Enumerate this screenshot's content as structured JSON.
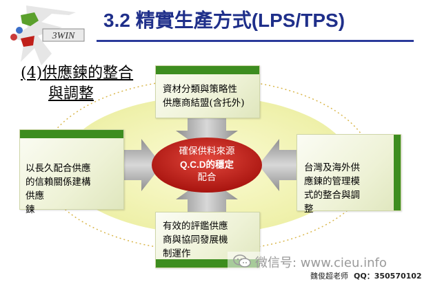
{
  "header": {
    "title": "3.2 精實生產方式(LPS/TPS)",
    "logo_text": "3WIN"
  },
  "section": {
    "title_line1": "(4)供應鍊的整合",
    "title_line2": "與調整"
  },
  "diagram": {
    "center": {
      "line1": "確保供料來源",
      "line2": "Q.C.D的穩定",
      "line3": "配合"
    },
    "top": "資材分類與策略性\n供應商結盟(含托外)",
    "left": "以長久配合供應\n的信賴關係建構\n供應\n鍊",
    "right": "台灣及海外供\n應鍊的管理模\n式的整合與調\n整",
    "bottom": "有效的評鑑供應\n商與協同發展機\n制運作"
  },
  "watermark": {
    "text": "微信号: www.cieu.info"
  },
  "footer": {
    "author": "魏俊超老师",
    "qq": "QQ：350570102"
  },
  "colors": {
    "title": "#1f2f8a",
    "accent_green": "#3d8d1f",
    "ellipse": "#f2f3b8",
    "center": "#c0201a",
    "arrow": "#a7a7a7"
  }
}
